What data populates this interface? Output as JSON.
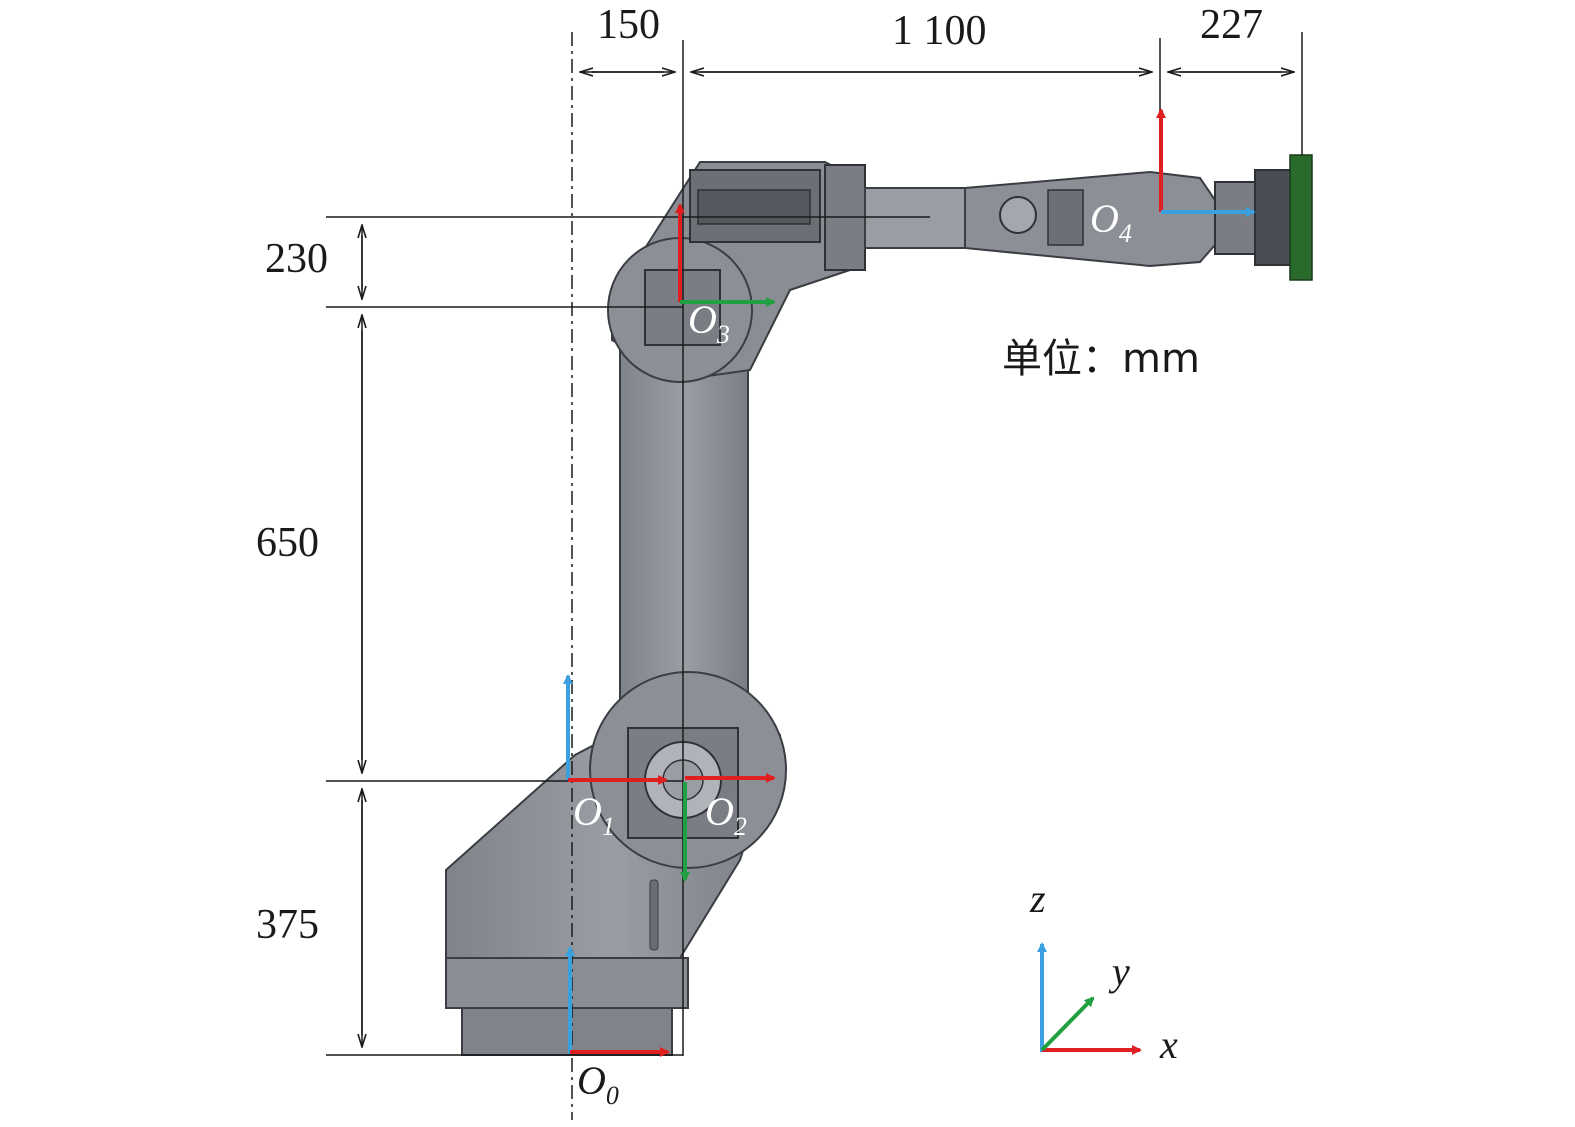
{
  "dimensions": {
    "top_1": "150",
    "top_2": "1 100",
    "top_3": "227",
    "left_1": "230",
    "left_2": "650",
    "left_3": "375"
  },
  "origins": {
    "o0": {
      "letter": "O",
      "sub": "0"
    },
    "o1": {
      "letter": "O",
      "sub": "1"
    },
    "o2": {
      "letter": "O",
      "sub": "2"
    },
    "o3": {
      "letter": "O",
      "sub": "3"
    },
    "o4": {
      "letter": "O",
      "sub": "4"
    }
  },
  "unit_label": "单位：mm",
  "legend_axes": {
    "x": "x",
    "y": "y",
    "z": "z"
  },
  "colors": {
    "x_axis": "#e02020",
    "y_axis": "#20a040",
    "z_axis": "#3aa0e0",
    "robot_body": "#8a8e94",
    "robot_dark": "#5a5e64",
    "robot_edge": "#3a3d42",
    "gripper": "#2a6a2a"
  }
}
